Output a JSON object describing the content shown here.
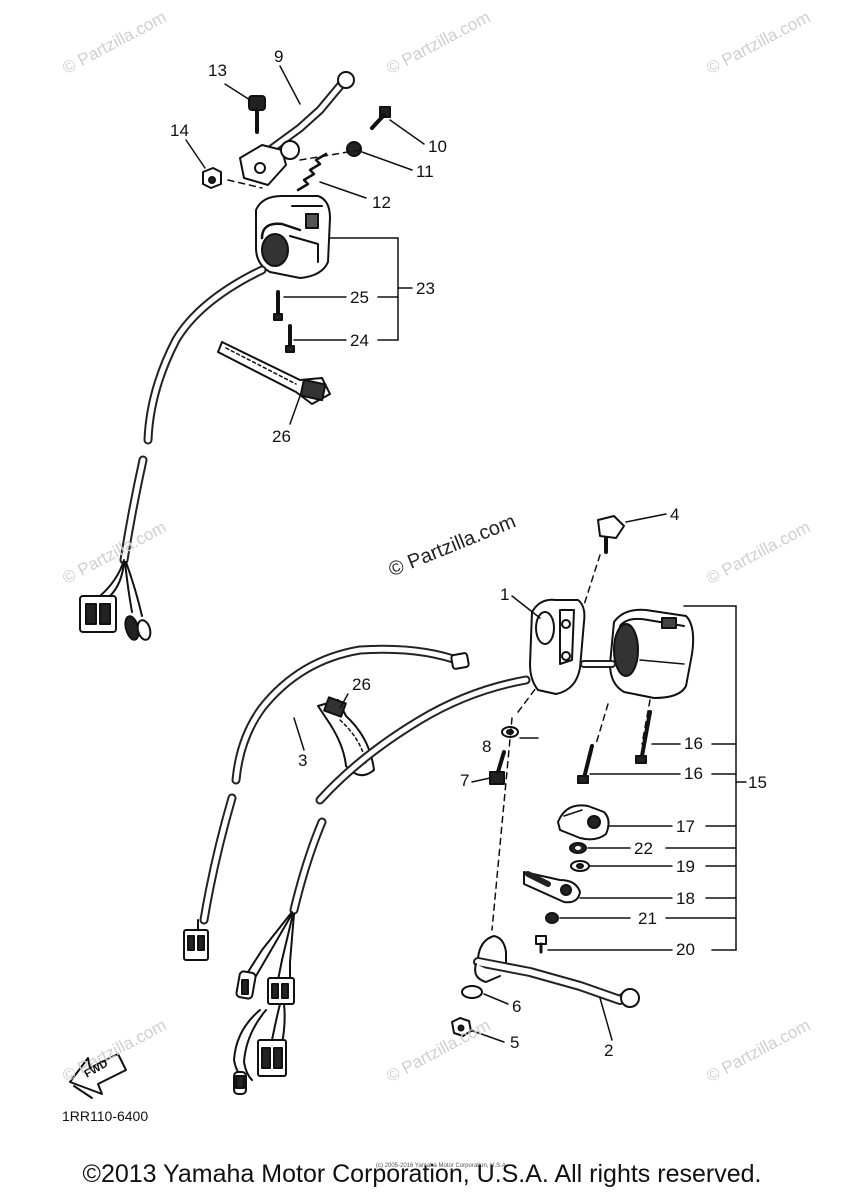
{
  "watermark": {
    "main": "© Partzilla.com",
    "faint": "© Partzilla.com"
  },
  "part_labels": [
    "1",
    "2",
    "3",
    "4",
    "5",
    "6",
    "7",
    "8",
    "9",
    "10",
    "11",
    "12",
    "13",
    "14",
    "15",
    "16",
    "16",
    "17",
    "18",
    "19",
    "20",
    "21",
    "22",
    "23",
    "24",
    "25",
    "26",
    "26"
  ],
  "fwd_label": "FWD",
  "diagram_code": "1RR110-6400",
  "tiny_notice": "(c) 2005-2016 Yamaha Motor Corporation, U.S.A.",
  "copyright": "©2013 Yamaha Motor Corporation, U.S.A. All rights reserved."
}
